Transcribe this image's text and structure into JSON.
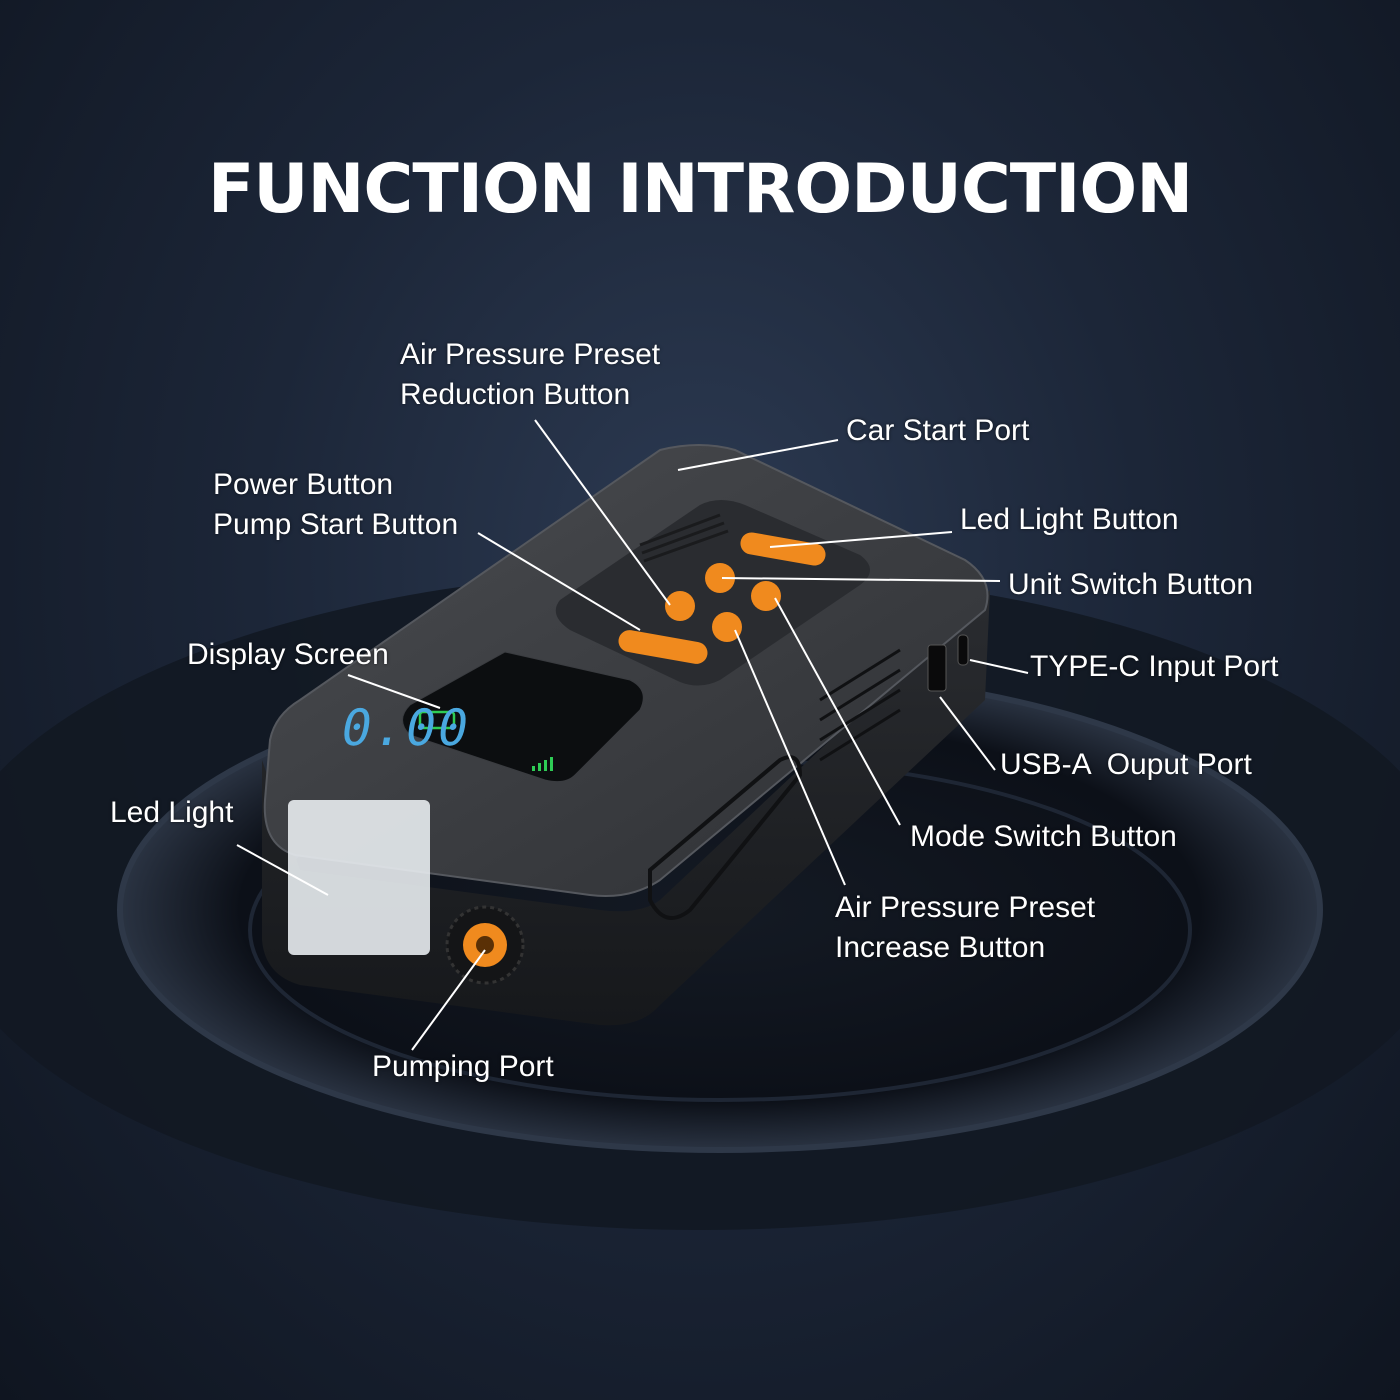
{
  "title": "FUNCTION INTRODUCTION",
  "display": {
    "reading": "0.00"
  },
  "colors": {
    "accent": "#f08a1e",
    "screen_digits": "#4aa8e0",
    "battery": "#2ecc55",
    "background": "#1c2638"
  },
  "labels": {
    "reduction": [
      "Air Pressure Preset",
      "Reduction Button"
    ],
    "car_start": "Car Start Port",
    "power": [
      "Power Button",
      "Pump Start Button"
    ],
    "led_button": "Led Light Button",
    "unit_switch": "Unit Switch Button",
    "display_screen": "Display Screen",
    "type_c": "TYPE-C Input Port",
    "usb_a": "USB-A  Ouput Port",
    "led_light": "Led Light",
    "mode_switch": "Mode Switch Button",
    "increase": [
      "Air Pressure Preset",
      "Increase Button"
    ],
    "pumping_port": "Pumping Port"
  }
}
